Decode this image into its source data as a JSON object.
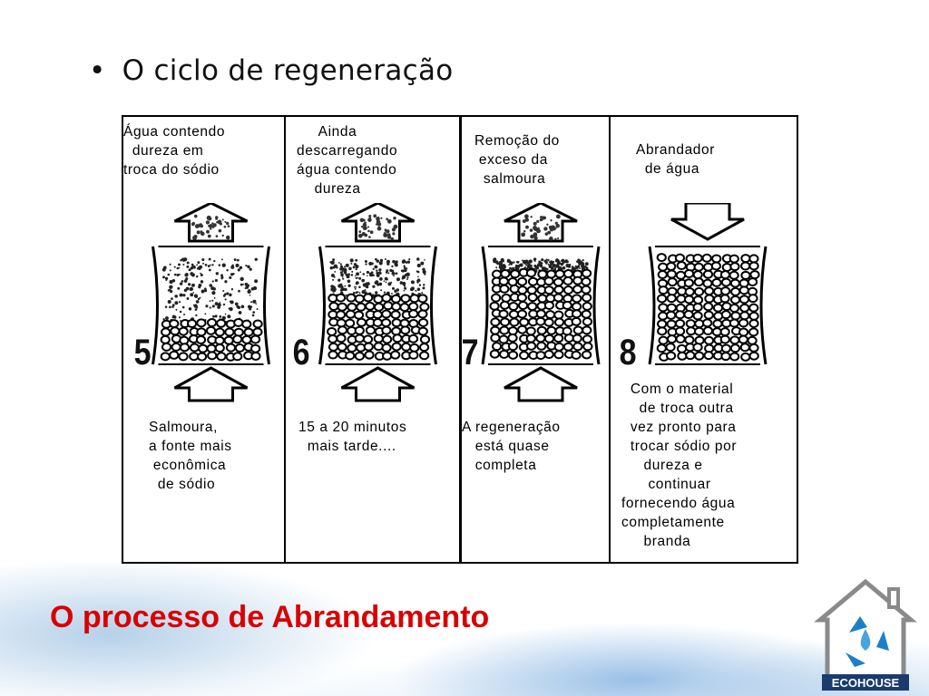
{
  "slide": {
    "bullet_title": "O ciclo de regeneração",
    "footer_title": "O processo de Abrandamento"
  },
  "panels": [
    {
      "number": "5",
      "top_caption": "Água contendo\n  dureza em\ntroca do sódio",
      "bottom_caption": "Salmoura,\na fonte mais\n econômica\n  de sódio",
      "arrow_up": true,
      "resin_fraction": 0.35
    },
    {
      "number": "6",
      "top_caption": "     Ainda\ndescarregando\nágua contendo\n    dureza",
      "bottom_caption": "15 a 20 minutos\n  mais tarde....",
      "arrow_up": true,
      "resin_fraction": 0.6
    },
    {
      "number": "7",
      "top_caption": "Remoção do\n exceso da\n  salmoura",
      "bottom_caption": "A regeneração\n   está quase\n   completa",
      "arrow_up": true,
      "resin_fraction": 0.85
    },
    {
      "number": "8",
      "top_caption": "Abrandador\n  de água",
      "bottom_caption": "  Com o material\n    de troca outra\n  vez pronto para\n  trocar sódio por\n     dureza e\n      continuar\nfornecendo água\ncompletamente\n     branda",
      "arrow_up": false,
      "resin_fraction": 1.0
    }
  ],
  "logo": {
    "text": "ECOHOUSE",
    "icon": "recycle-water-drop-house-icon",
    "colors": {
      "blue": "#1e7fc8",
      "dark": "#1a3b6e",
      "gray": "#8a8a8a"
    }
  }
}
